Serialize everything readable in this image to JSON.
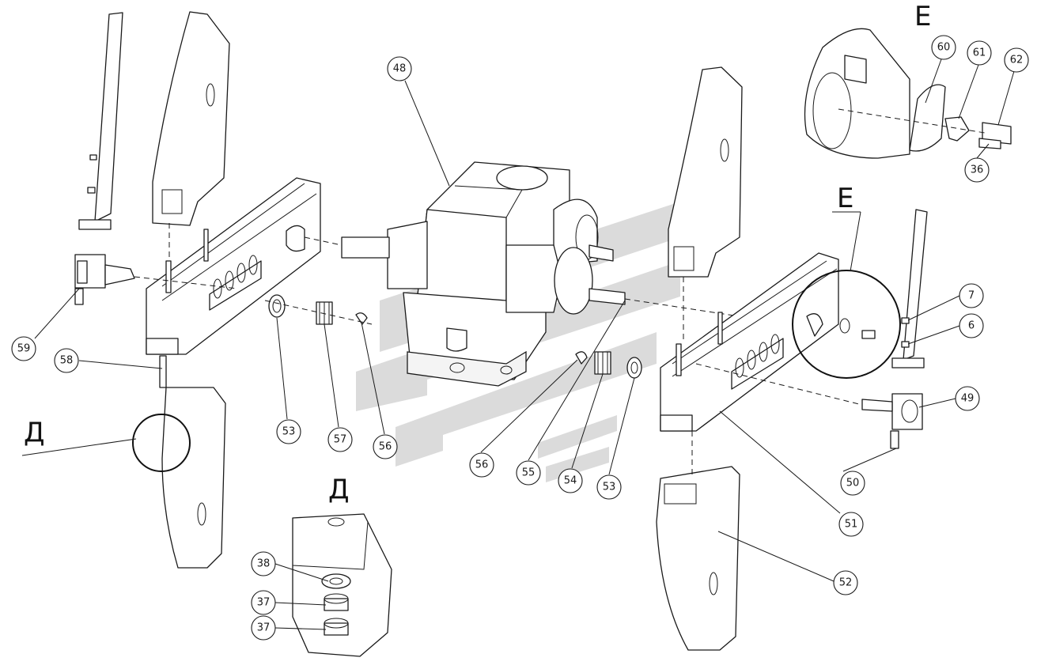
{
  "callouts": [
    {
      "id": "c48",
      "label": "48"
    },
    {
      "id": "c59",
      "label": "59"
    },
    {
      "id": "c58",
      "label": "58"
    },
    {
      "id": "c53a",
      "label": "53"
    },
    {
      "id": "c57",
      "label": "57"
    },
    {
      "id": "c56a",
      "label": "56"
    },
    {
      "id": "c56b",
      "label": "56"
    },
    {
      "id": "c55",
      "label": "55"
    },
    {
      "id": "c54",
      "label": "54"
    },
    {
      "id": "c53b",
      "label": "53"
    },
    {
      "id": "c60",
      "label": "60"
    },
    {
      "id": "c61",
      "label": "61"
    },
    {
      "id": "c62",
      "label": "62"
    },
    {
      "id": "c36",
      "label": "36"
    },
    {
      "id": "c7",
      "label": "7"
    },
    {
      "id": "c6",
      "label": "6"
    },
    {
      "id": "c49",
      "label": "49"
    },
    {
      "id": "c50",
      "label": "50"
    },
    {
      "id": "c51",
      "label": "51"
    },
    {
      "id": "c52",
      "label": "52"
    },
    {
      "id": "c38",
      "label": "38"
    },
    {
      "id": "c37a",
      "label": "37"
    },
    {
      "id": "c37b",
      "label": "37"
    }
  ],
  "view_labels": {
    "detail_d_marker": "Д",
    "detail_d_title": "Д",
    "detail_e_marker": "E",
    "detail_e_title": "E"
  },
  "colors": {
    "line": "#1a1a1a",
    "watermark": "#bdbdbd",
    "background": "#ffffff"
  }
}
